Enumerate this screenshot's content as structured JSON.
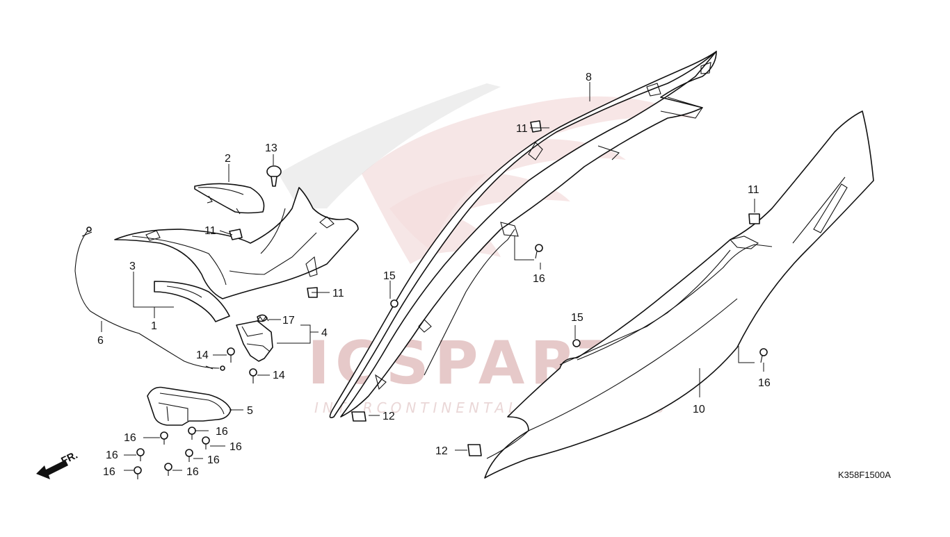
{
  "diagram_code": "K358F1500A",
  "front_indicator": "FR.",
  "watermark": {
    "brand": "ICSPARTS",
    "tagline": "INTERCONTINENTAL SPARE PARTS"
  },
  "callouts": {
    "c1": "1",
    "c2": "2",
    "c3": "3",
    "c4": "4",
    "c5": "5",
    "c6": "6",
    "c8": "8",
    "c10": "10",
    "c11a": "11",
    "c11b": "11",
    "c11c": "11",
    "c11d": "11",
    "c12a": "12",
    "c12b": "12",
    "c13": "13",
    "c14a": "14",
    "c14b": "14",
    "c15a": "15",
    "c15b": "15",
    "c16a": "16",
    "c16b": "16",
    "c16c": "16",
    "c16d": "16",
    "c16e": "16",
    "c16f": "16",
    "c16g": "16",
    "c16h": "16",
    "c16i": "16",
    "c17": "17"
  },
  "colors": {
    "line": "#111111",
    "watermark": "#e6c9c9",
    "background": "#ffffff"
  }
}
